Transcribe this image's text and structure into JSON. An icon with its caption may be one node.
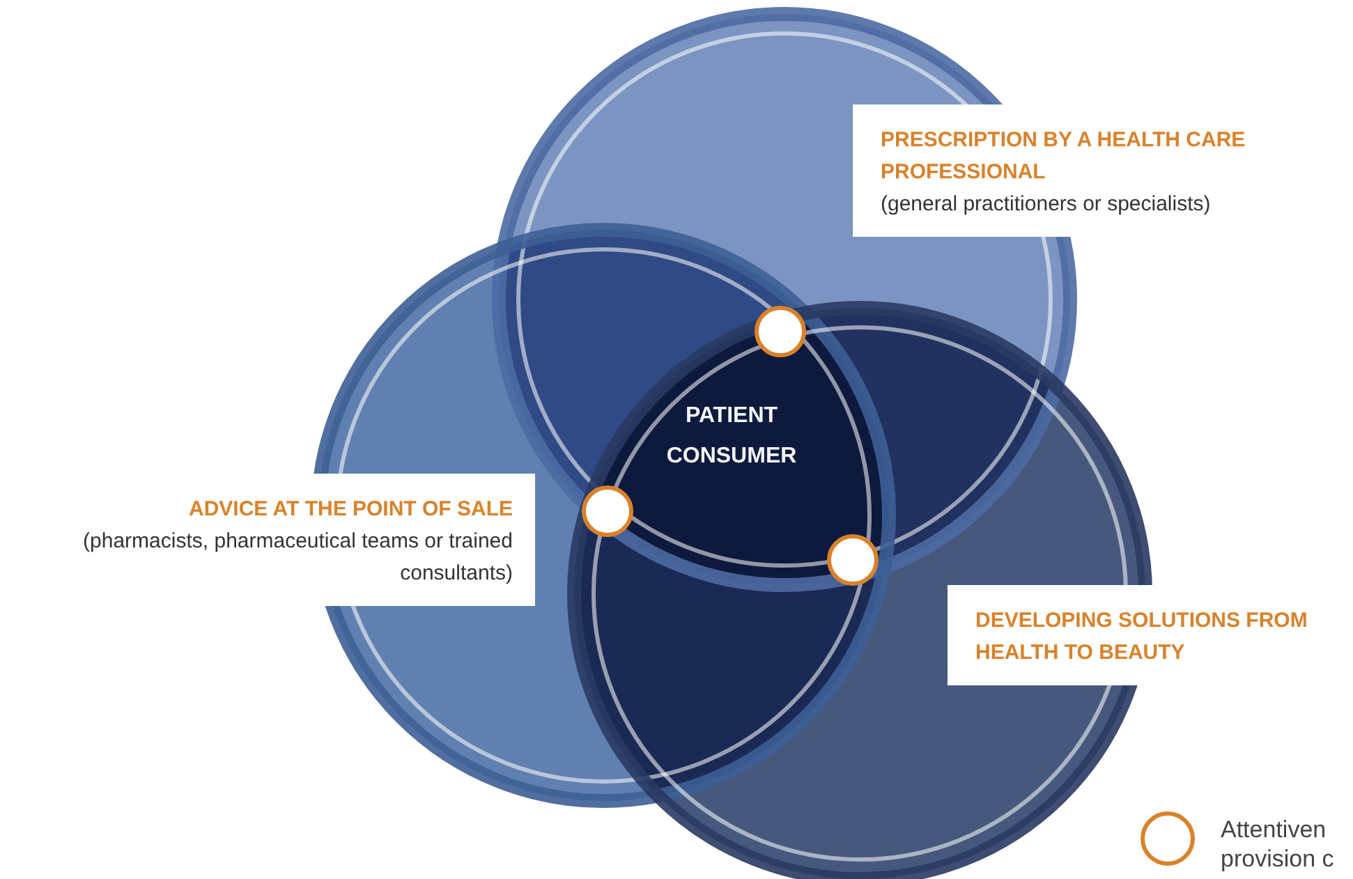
{
  "diagram": {
    "nodes": [
      {
        "text": [
          "PATIENT CONSUMER"
        ]
      },
      {
        "text": [
          "PRESCRIPTION BY A HEALTH CARE PROFESSIONAL",
          "(general practitioners or specialists)"
        ]
      },
      {
        "text": [
          "ADVICE AT THE POINT OF SALE",
          "(pharmacists, pharmaceutical teams or trained consultants)"
        ]
      },
      {
        "text": [
          "DEVELOPING SOLUTIONS FROM HEALTH TO BEAUTY"
        ]
      }
    ],
    "legend": [
      {
        "text": "Attentiven provision c"
      }
    ]
  }
}
